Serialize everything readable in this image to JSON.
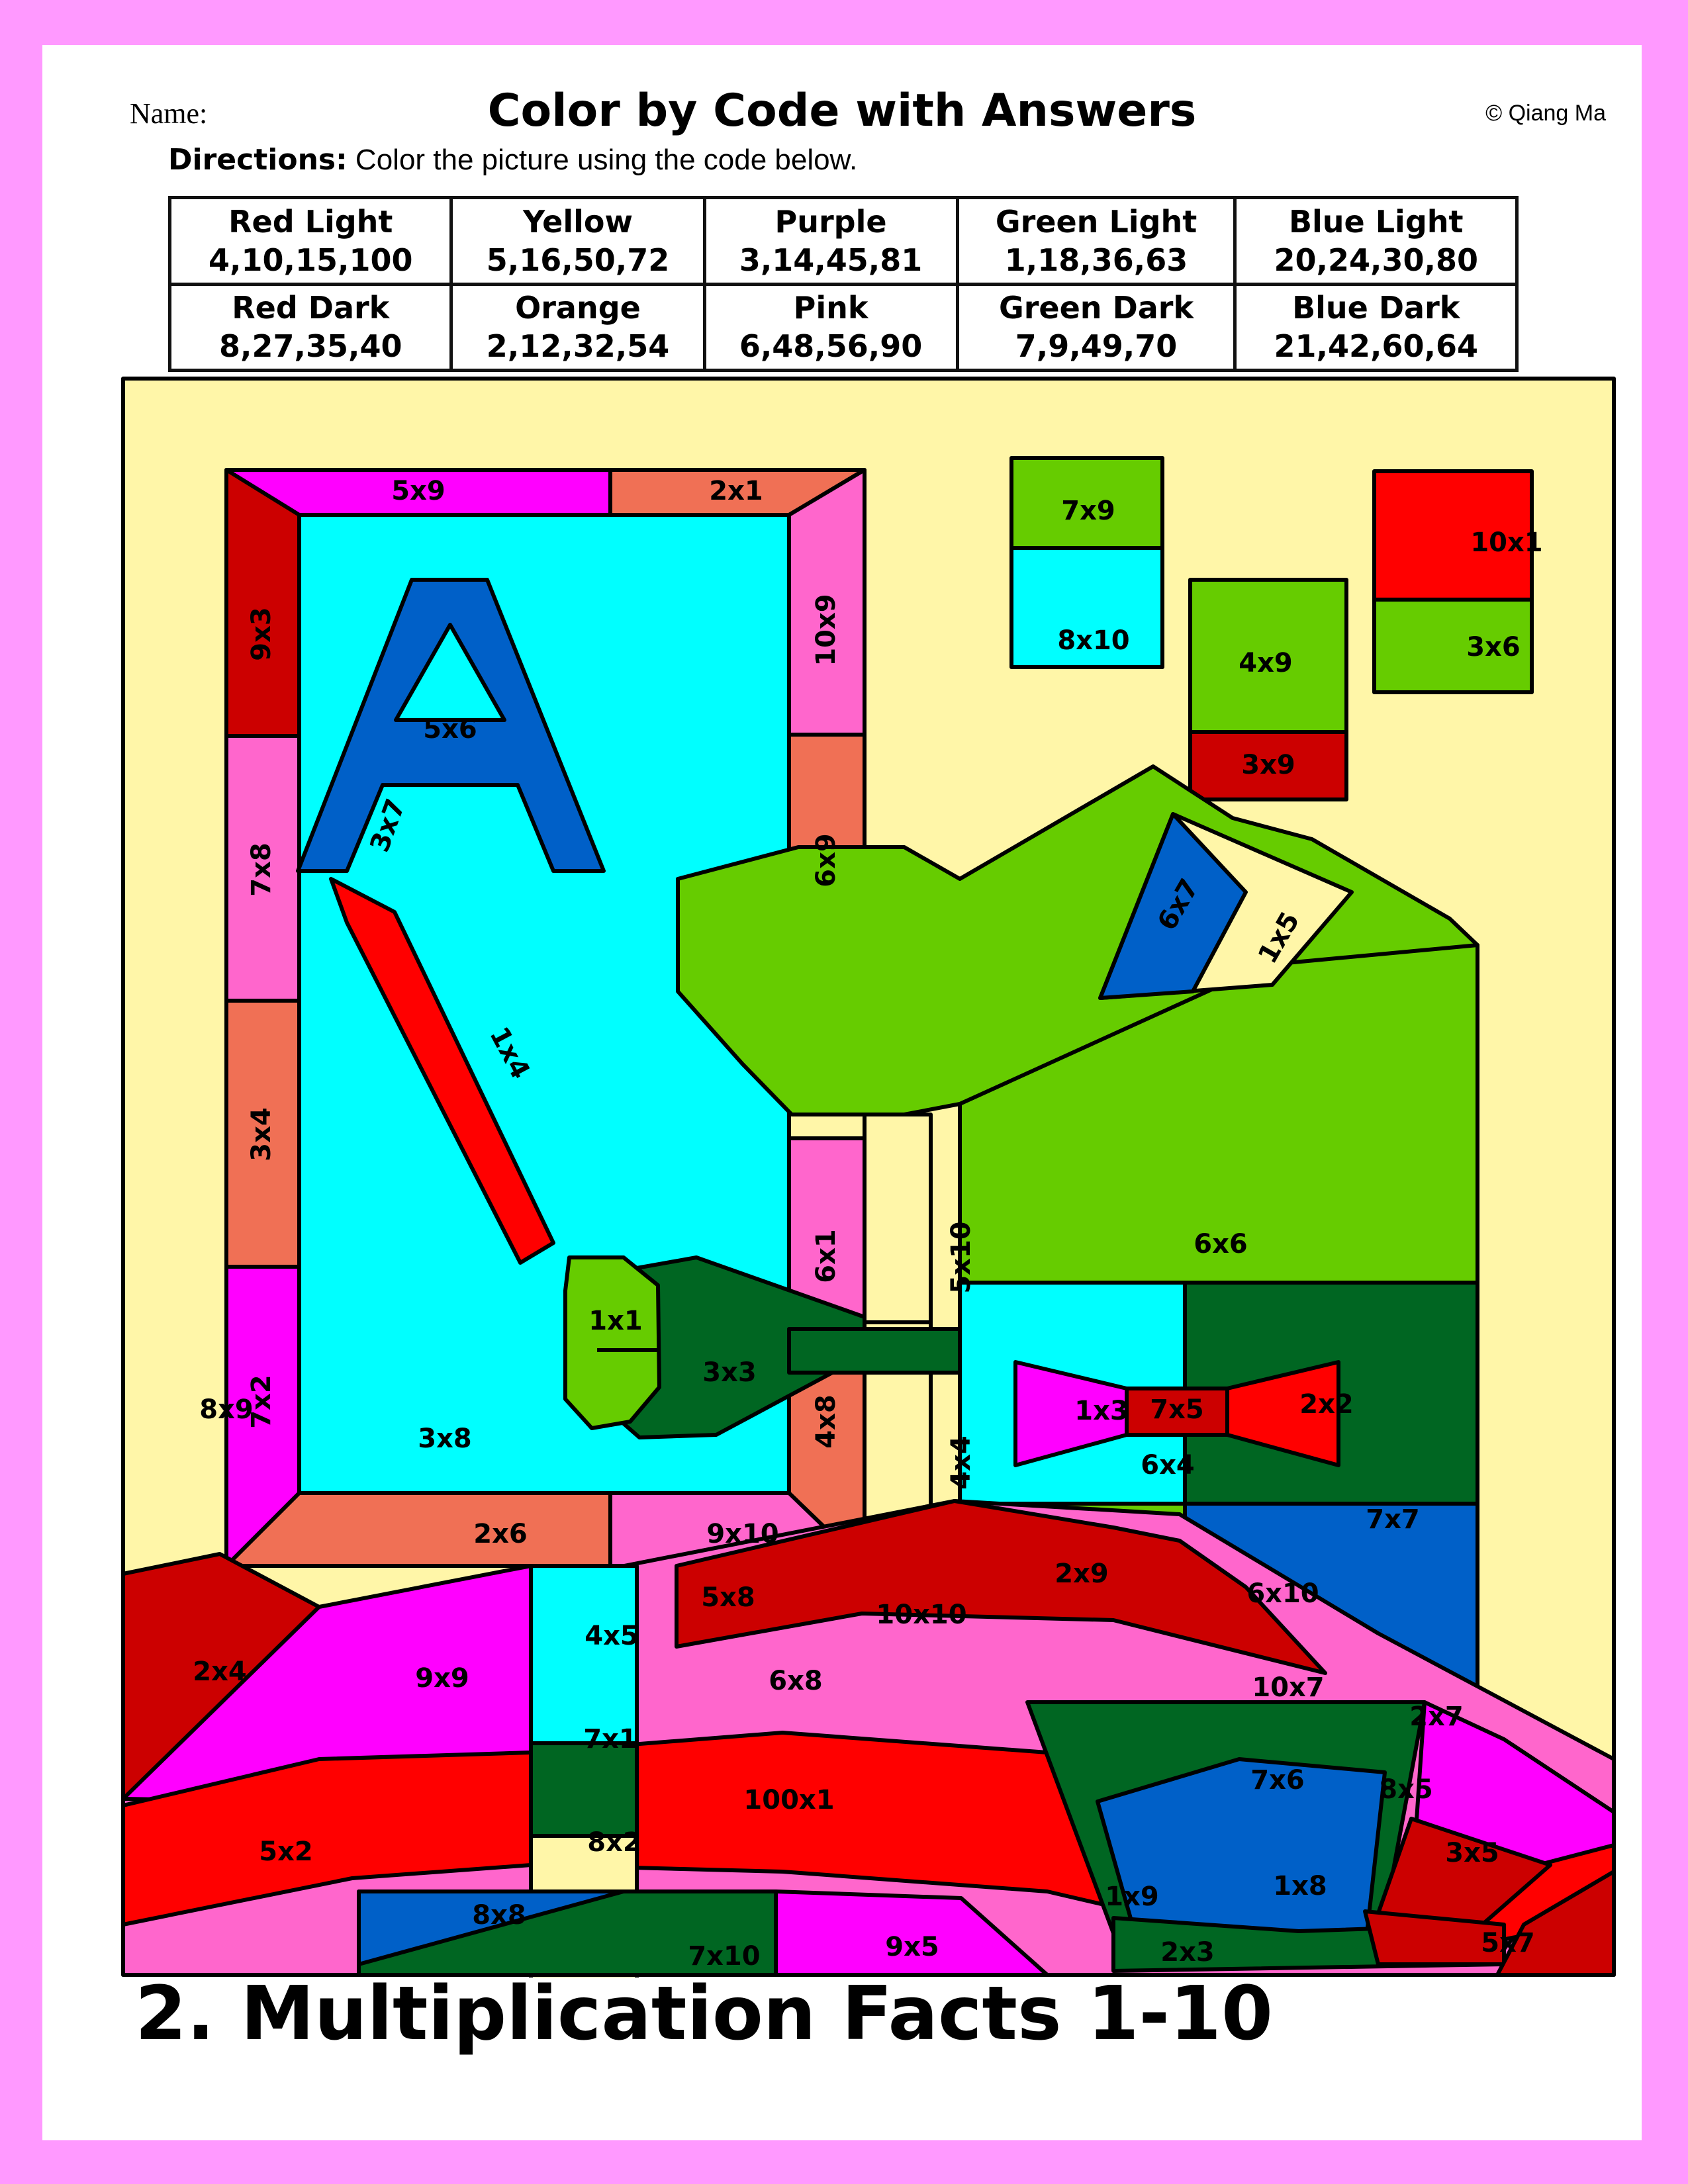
{
  "header": {
    "name_label": "Name:",
    "title": "Color by Code with Answers",
    "copyright": "© Qiang Ma",
    "directions_label": "Directions:",
    "directions_text": "Color the picture using the code below."
  },
  "color_code": [
    {
      "name": "Red Light",
      "values": "4,10,15,100",
      "color": "#ff0000"
    },
    {
      "name": "Yellow",
      "values": "5,16,50,72",
      "color": "#fff6a8"
    },
    {
      "name": "Purple",
      "values": "3,14,45,81",
      "color": "#ff00ff"
    },
    {
      "name": "Green Light",
      "values": "1,18,36,63",
      "color": "#66cc00"
    },
    {
      "name": "Blue Light",
      "values": "20,24,30,80",
      "color": "#00ffff"
    },
    {
      "name": "Red Dark",
      "values": "8,27,35,40",
      "color": "#cc0000"
    },
    {
      "name": "Orange",
      "values": "2,12,32,54",
      "color": "#f07055"
    },
    {
      "name": "Pink",
      "values": "6,48,56,90",
      "color": "#ff66cc"
    },
    {
      "name": "Green Dark",
      "values": "7,9,49,70",
      "color": "#006622"
    },
    {
      "name": "Blue Dark",
      "values": "21,42,60,64",
      "color": "#0060c8"
    }
  ],
  "picture_labels": {
    "frame_top_left": "5x9",
    "frame_top_right": "2x1",
    "frame_left_top": "9x3",
    "frame_left_2": "7x8",
    "frame_left_3": "3x4",
    "frame_left_bottom": "7x2",
    "frame_right_top": "10x9",
    "frame_right_2": "6x9",
    "frame_right_3": "6x1",
    "frame_right_bottom": "4x8",
    "frame_bottom_left": "2x6",
    "frame_bottom_right": "9x10",
    "letter_hole": "5x6",
    "letter_a": "3x7",
    "sword_blade": "1x4",
    "sword_guard": "1x1",
    "sword_handle": "3x3",
    "board_bg": "3x8",
    "background": "8x9",
    "box1_top": "7x9",
    "box1_bottom": "8x10",
    "box2_top": "4x9",
    "box2_bottom": "3x9",
    "box3_top": "10x1",
    "box3_bottom": "3x6",
    "head": "6x6",
    "eye": "6x7",
    "eye_white": "1x5",
    "stick_top": "5x10",
    "stick_bottom": "4x4",
    "bow_left": "1x3",
    "bow_knot": "7x5",
    "bow_right": "2x2",
    "shirt_left": "6x4",
    "shirt_right": "7x7",
    "body_left": "2x9",
    "body_right": "6x10",
    "leg_top": "10x7",
    "leg_blue": "7x6",
    "right_purple": "2x7",
    "right_dark": "8x5",
    "right_red": "3x5",
    "foot": "1x9",
    "foot_tip": "1x8",
    "bottom_pink": "2x3",
    "corner_dark": "5x7",
    "hill_left": "2x4",
    "hill_purple": "9x9",
    "post_top": "4x5",
    "post_mid": "7x1",
    "post_bottom": "8x2",
    "wave_dark": "5x8",
    "wave_red_top": "10x10",
    "wave_pink": "6x8",
    "wave_red": "100x1",
    "wave_left": "5x2",
    "rect_blue": "8x8",
    "rect_green": "7x10",
    "bottom_purple": "9x5"
  },
  "footer": {
    "title": "2. Multiplication Facts 1-10"
  }
}
